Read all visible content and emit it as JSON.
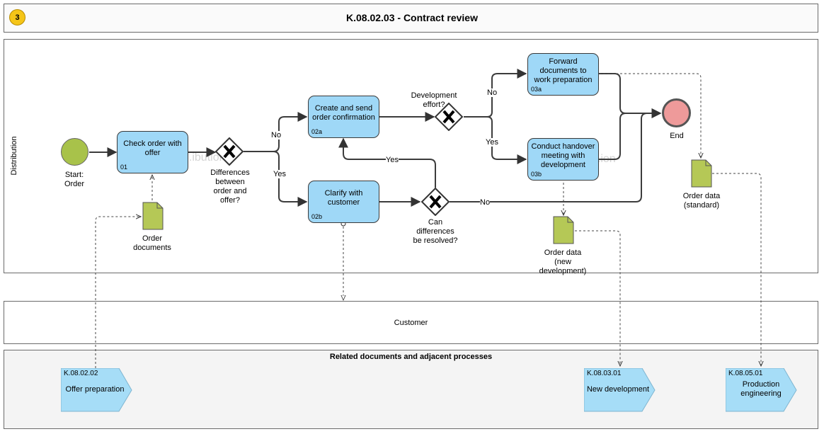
{
  "header": {
    "badge": "3",
    "title": "K.08.02.03 - Contract review"
  },
  "lane": {
    "name": "Distribution",
    "watermark": "...ibution",
    "watermark2": "...ion"
  },
  "events": {
    "start": "Start:\nOrder",
    "end": "End"
  },
  "tasks": [
    {
      "id": "01",
      "label": "Check order with offer"
    },
    {
      "id": "02a",
      "label": "Create and send order confirmation"
    },
    {
      "id": "02b",
      "label": "Clarify with customer"
    },
    {
      "id": "03a",
      "label": "Forward documents to work preparation"
    },
    {
      "id": "03b",
      "label": "Conduct handover meeting with development"
    }
  ],
  "gateways": {
    "differences": "Differences between order and offer?",
    "development": "Development effort?",
    "resolved": "Can differences be resolved?"
  },
  "flow_labels": {
    "diff_no": "No",
    "diff_yes": "Yes",
    "dev_no": "No",
    "dev_yes": "Yes",
    "res_yes": "Yes",
    "res_no": "No"
  },
  "documents": {
    "order_documents": "Order documents",
    "order_data_new": "Order data (new development)",
    "order_data_standard": "Order data (standard)"
  },
  "customer_pool": "Customer",
  "related": {
    "title": "Related documents and adjacent processes",
    "items": [
      {
        "id": "K.08.02.02",
        "label": "Offer preparation"
      },
      {
        "id": "K.08.03.01",
        "label": "New development"
      },
      {
        "id": "K.08.05.01",
        "label": "Production engineering"
      }
    ]
  },
  "colors": {
    "task_fill": "#9fd8f7",
    "start_fill": "#a8c24a",
    "end_fill": "#ee9a9a",
    "document_fill": "#b5c856",
    "related_fill": "#a6ddf7",
    "badge_fill": "#f5c518"
  }
}
